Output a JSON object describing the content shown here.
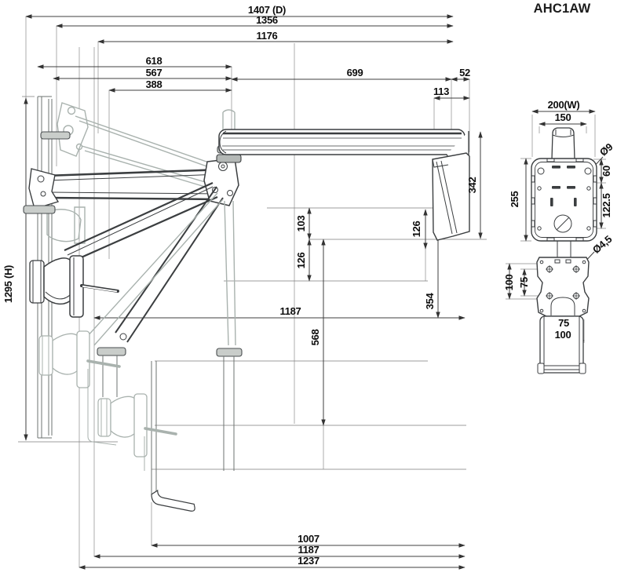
{
  "title": "AHC1AW",
  "side_view": {
    "top_dims": {
      "d1407": "1407 (D)",
      "d1356": "1356",
      "d1176": "1176",
      "d618": "618",
      "d567": "567",
      "d388": "388",
      "d699": "699",
      "d52": "52",
      "d113": "113"
    },
    "vertical_dims": {
      "d342": "342",
      "d103": "103",
      "d126_left": "126",
      "d126_right": "126",
      "d354": "354",
      "d568": "568",
      "d1295": "1295 (H)"
    },
    "mid_dims": {
      "d1187": "1187"
    },
    "bottom_dims": {
      "d1007": "1007",
      "d1187b": "1187",
      "d1237": "1237"
    }
  },
  "front_view": {
    "dims": {
      "d200": "200(W)",
      "d150": "150",
      "d255": "255",
      "d9": "Ø9",
      "d60": "60",
      "d122_5": "122.5",
      "d4_5": "Ø4,5",
      "d100_left": "100",
      "d75_left": "75",
      "d75_bottom": "75",
      "d100_bottom": "100"
    }
  },
  "colors": {
    "background": "#ffffff",
    "main_line": "#3b3e40",
    "phantom_line": "#a9b2ae",
    "dimension_line": "#3f3f3f",
    "text": "#0d0d0d",
    "cap_fill": "#c9cdca"
  }
}
